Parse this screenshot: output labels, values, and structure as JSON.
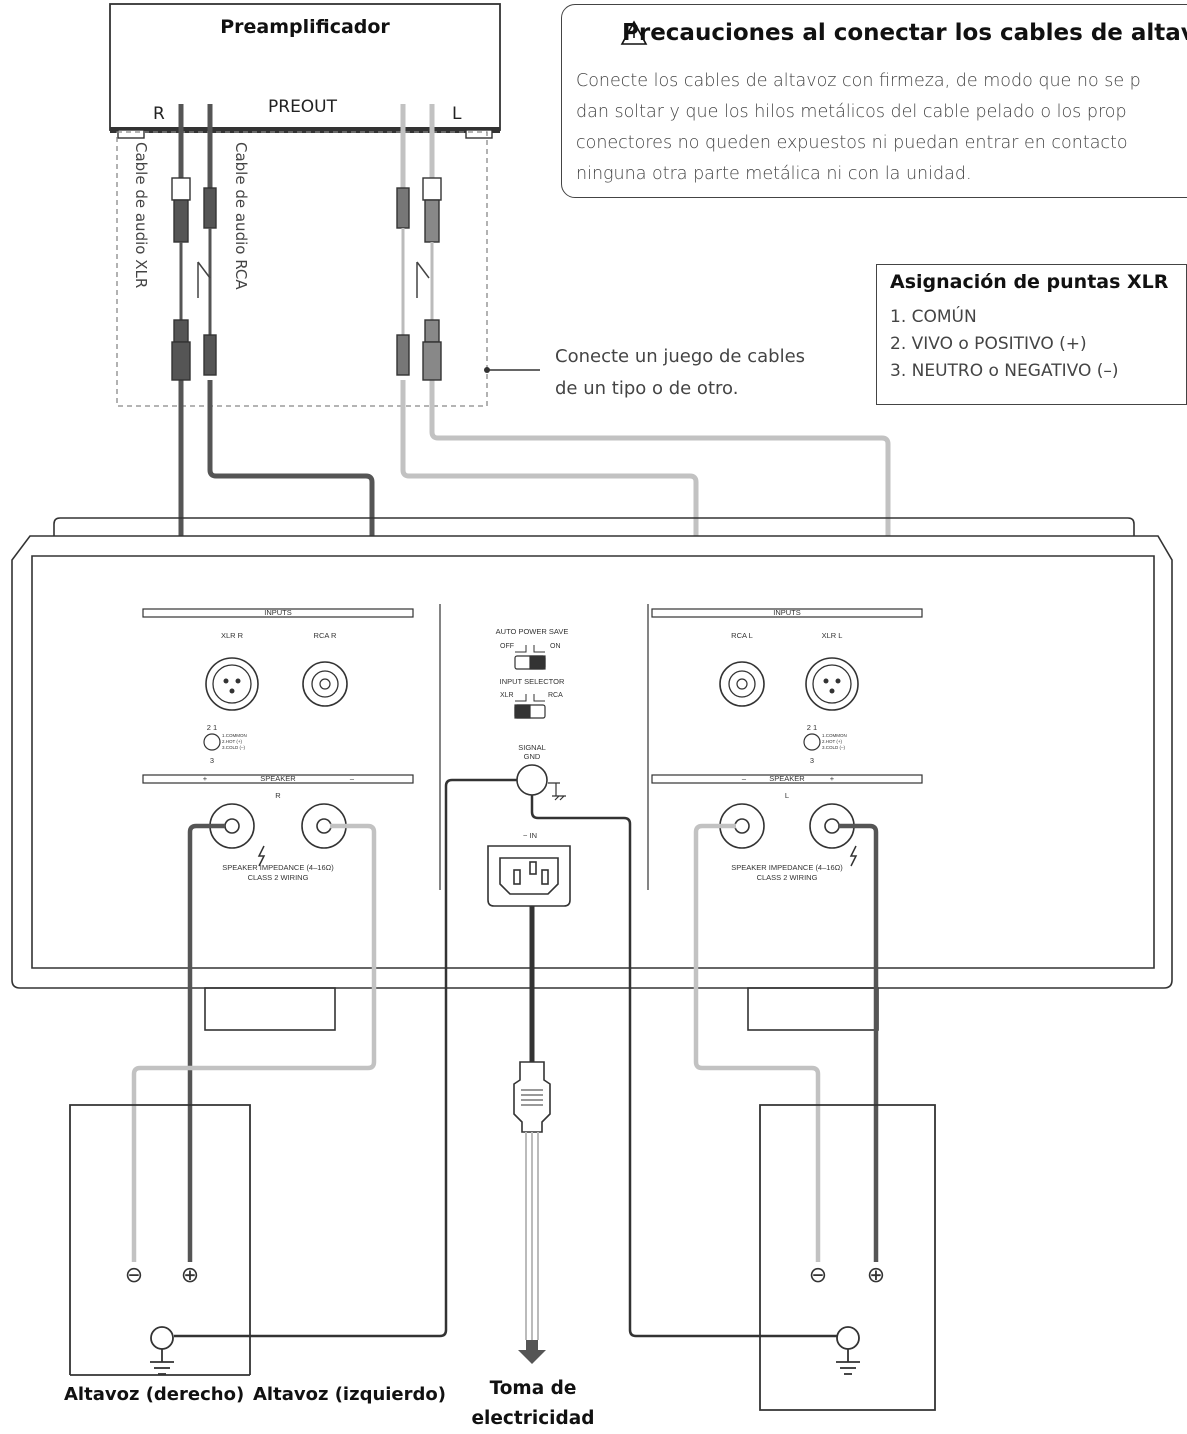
{
  "preamp": {
    "title": "Preamplificador",
    "preout": "PREOUT",
    "r": "R",
    "l": "L"
  },
  "cables": {
    "xlr": "Cable de audio XLR",
    "rca": "Cable de audio RCA"
  },
  "connect_note": {
    "line1": "Conecte un juego de cables",
    "line2": "de un tipo o de otro."
  },
  "caution": {
    "title": "Precauciones al conectar los cables de altavoz",
    "line1": "Conecte los cables de altavoz con firmeza, de modo que no se p",
    "line2": "dan soltar y que los hilos metálicos del cable pelado o los prop",
    "line3": "conectores no queden expuestos ni puedan entrar en contacto",
    "line4": "ninguna otra parte metálica ni con la unidad."
  },
  "xlr_assign": {
    "title": "Asignación de puntas XLR",
    "item1": "1. COMÚN",
    "item2": "2. VIVO o POSITIVO (+)",
    "item3": "3. NEUTRO o NEGATIVO (–)"
  },
  "amp": {
    "inputs": "INPUTS",
    "xlr_r": "XLR R",
    "rca_r": "RCA R",
    "rca_l": "RCA L",
    "xlr_l": "XLR L",
    "speaker": "SPEAKER",
    "plus": "+",
    "minus": "–",
    "r": "R",
    "l": "L",
    "impedance": "SPEAKER IMPEDANCE (4–16Ω)",
    "wiring": "CLASS 2 WIRING",
    "auto_power_save": "AUTO POWER SAVE",
    "off": "OFF",
    "on": "ON",
    "input_selector": "INPUT SELECTOR",
    "xlr": "XLR",
    "rca": "RCA",
    "signal": "SIGNAL",
    "gnd": "GND",
    "ac_in": "~ IN",
    "pin1": "1.COMMON",
    "pin2": "2.HOT (+)",
    "pin3": "3.COLD (–)",
    "pin_top": "2  1",
    "pin_bottom": "3"
  },
  "speakers": {
    "right_label": "Altavoz (derecho)",
    "left_label": "Altavoz (izquierdo)",
    "minus_sym": "⊖",
    "plus_sym": "⊕"
  },
  "outlet": {
    "line1": "Toma de",
    "line2": "electricidad"
  },
  "colors": {
    "dark_cable": "#555555",
    "light_cable": "#c2c2c2",
    "line": "#333333"
  }
}
